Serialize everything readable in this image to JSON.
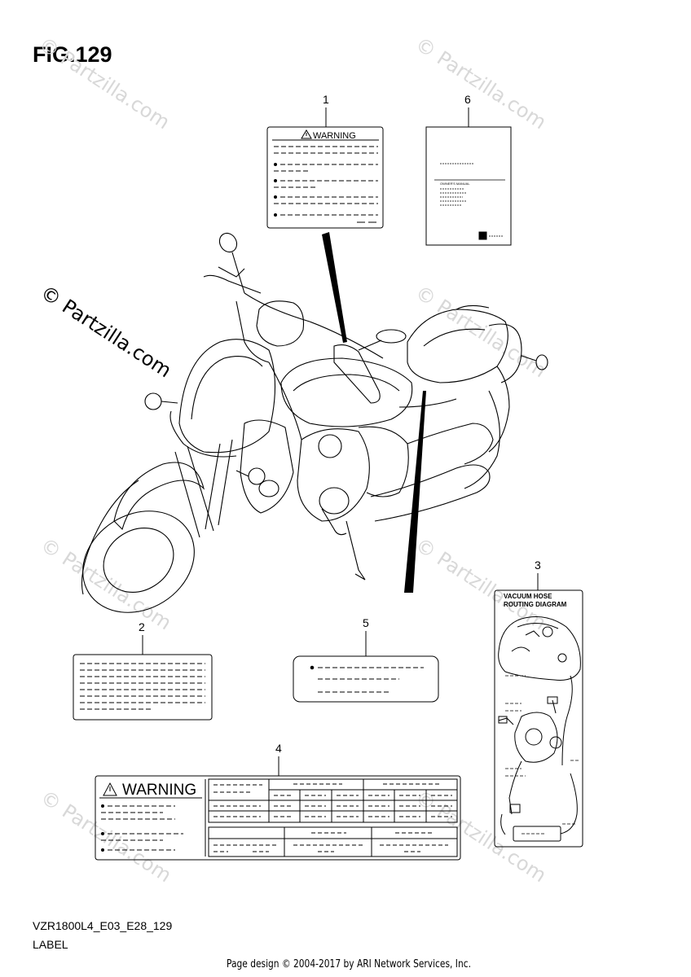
{
  "figure": {
    "title": "FIG.129",
    "code": "VZR1800L4_E03_E28_129",
    "section": "LABEL",
    "credit": "Page design © 2004-2017 by ARI Network Services, Inc."
  },
  "watermark": {
    "text": "© Partzilla.com"
  },
  "callouts": [
    {
      "id": "1",
      "label": "1"
    },
    {
      "id": "2",
      "label": "2"
    },
    {
      "id": "3",
      "label": "3"
    },
    {
      "id": "4",
      "label": "4"
    },
    {
      "id": "5",
      "label": "5"
    },
    {
      "id": "6",
      "label": "6"
    }
  ],
  "labels": {
    "warning_small": "WARNING",
    "warning_large": "WARNING",
    "vacuum_line1": "VACUUM HOSE",
    "vacuum_line2": "ROUTING DIAGRAM",
    "manual_title": "OWNER'S MANUAL"
  }
}
